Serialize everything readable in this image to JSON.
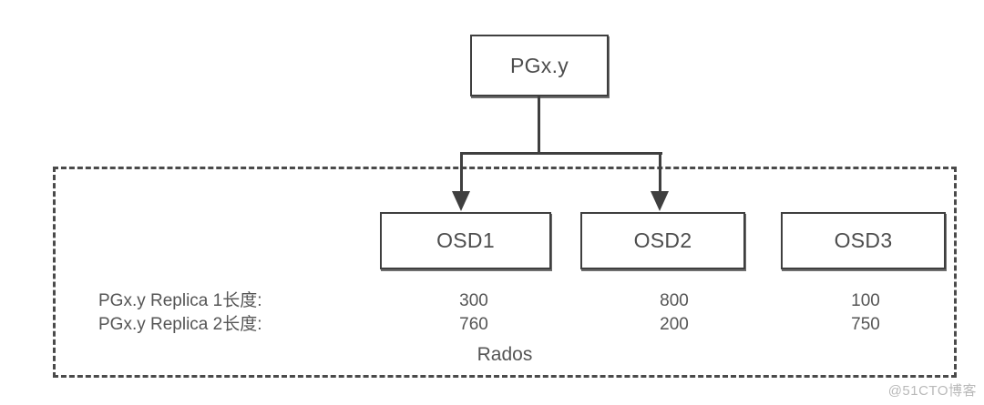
{
  "diagram": {
    "title_node": {
      "label": "PGx.y"
    },
    "container": {
      "label": "Rados"
    },
    "osd_nodes": [
      {
        "label": "OSD1"
      },
      {
        "label": "OSD2"
      },
      {
        "label": "OSD3"
      }
    ],
    "replica_rows": [
      {
        "label": "PGx.y Replica 1长度:",
        "values": [
          "300",
          "800",
          "100"
        ]
      },
      {
        "label": "PGx.y Replica 2长度:",
        "values": [
          "760",
          "200",
          "750"
        ]
      }
    ],
    "watermark": "@51CTO博客",
    "colors": {
      "stroke": "#3f3f3f",
      "dashed_border": "#4a4a4a",
      "text": "#4d4d4d",
      "watermark": "#b9b9b9",
      "background": "#ffffff"
    }
  },
  "chart_data": {
    "type": "table",
    "title": "PGx.y replica placement across Rados OSDs",
    "categories": [
      "OSD1",
      "OSD2",
      "OSD3"
    ],
    "series": [
      {
        "name": "PGx.y Replica 1长度:",
        "values": [
          300,
          800,
          100
        ]
      },
      {
        "name": "PGx.y Replica 2长度:",
        "values": [
          760,
          200,
          750
        ]
      }
    ],
    "xlabel": "",
    "ylabel": "",
    "legend": [
      "PGx.y Replica 1长度:",
      "PGx.y Replica 2长度:"
    ],
    "annotations": [
      "PGx.y",
      "Rados"
    ]
  }
}
